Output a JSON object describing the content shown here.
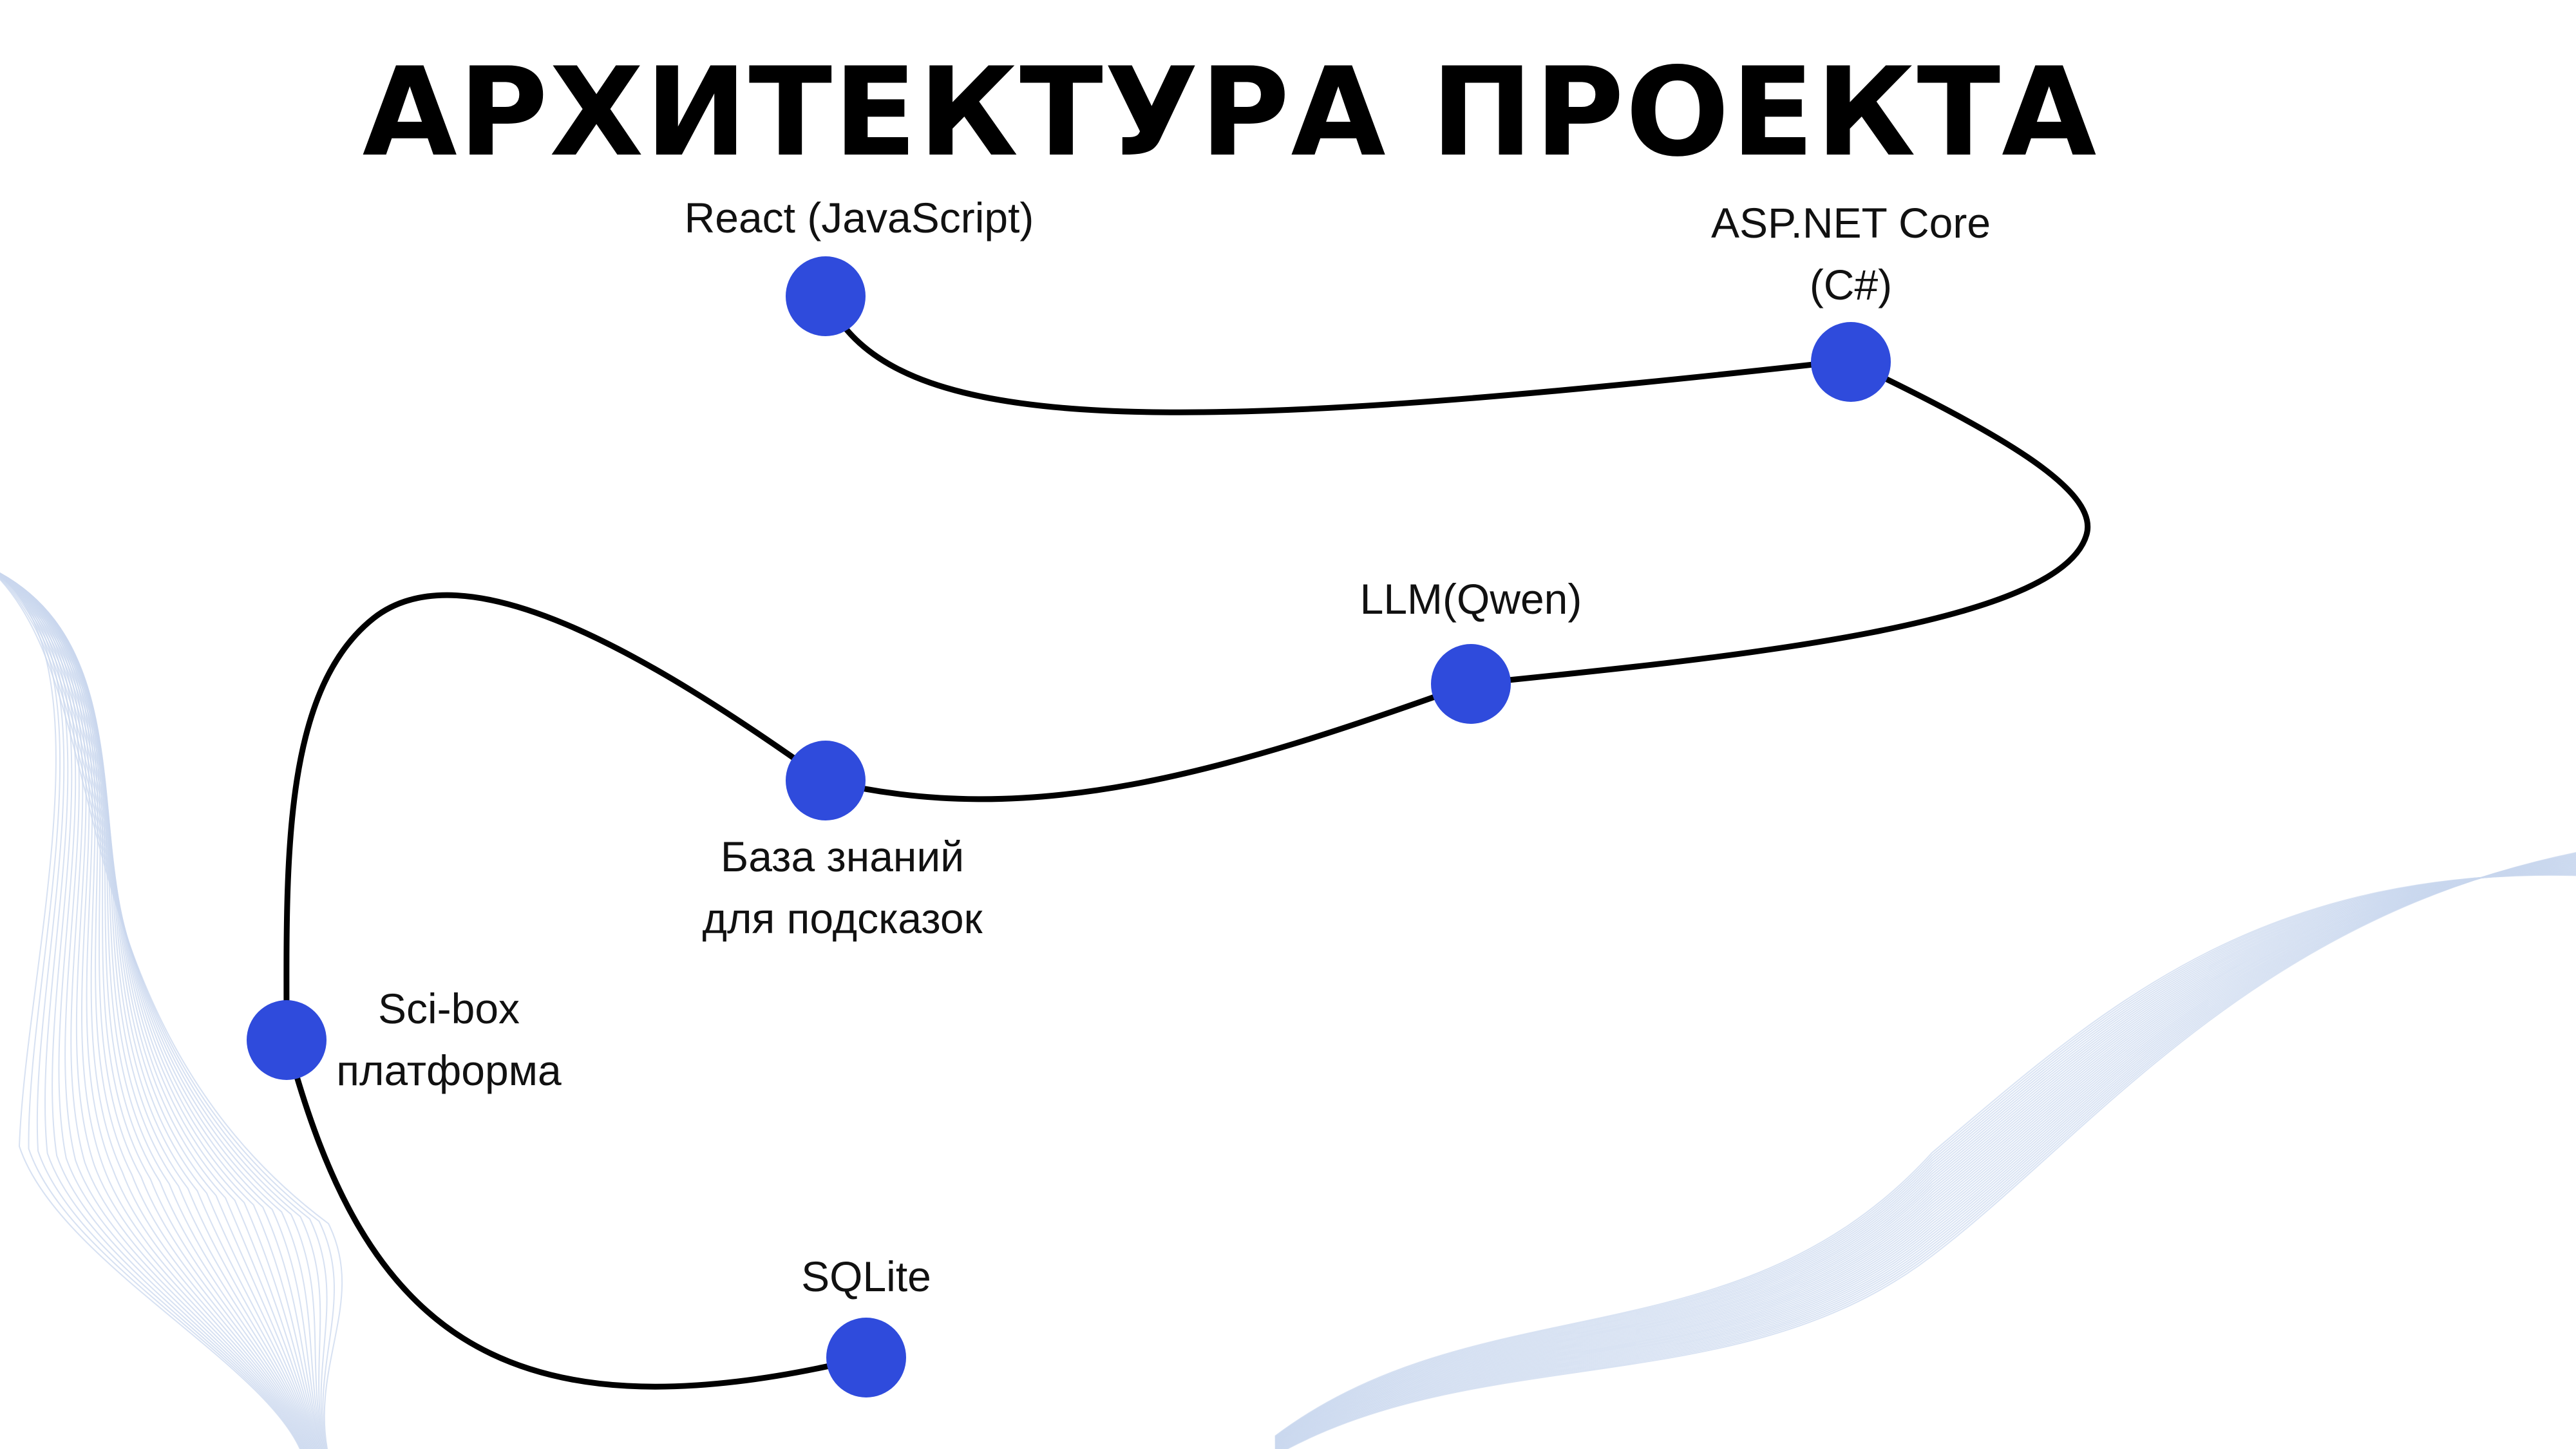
{
  "slide": {
    "title": "АРХИТЕКТУРА ПРОЕКТА"
  },
  "colors": {
    "background": "#ffffff",
    "node_fill": "#2f4bdc",
    "connector": "#000000",
    "title": "#000000",
    "decor_lines": "#c9d7ee"
  },
  "nodes": [
    {
      "id": "react",
      "lines": [
        "React (JavaScript)"
      ]
    },
    {
      "id": "aspnet",
      "lines": [
        "ASP.NET Core",
        "(C#)"
      ]
    },
    {
      "id": "llm",
      "lines": [
        "LLM(Qwen)"
      ]
    },
    {
      "id": "kb",
      "lines": [
        "База знаний",
        "для подсказок"
      ]
    },
    {
      "id": "scibox",
      "lines": [
        "Sci-box",
        "платформа"
      ]
    },
    {
      "id": "sqlite",
      "lines": [
        "SQLite"
      ]
    }
  ],
  "edges": [
    {
      "from": "react",
      "to": "aspnet"
    },
    {
      "from": "aspnet",
      "to": "llm"
    },
    {
      "from": "llm",
      "to": "kb"
    },
    {
      "from": "kb",
      "to": "scibox"
    },
    {
      "from": "scibox",
      "to": "sqlite"
    }
  ]
}
